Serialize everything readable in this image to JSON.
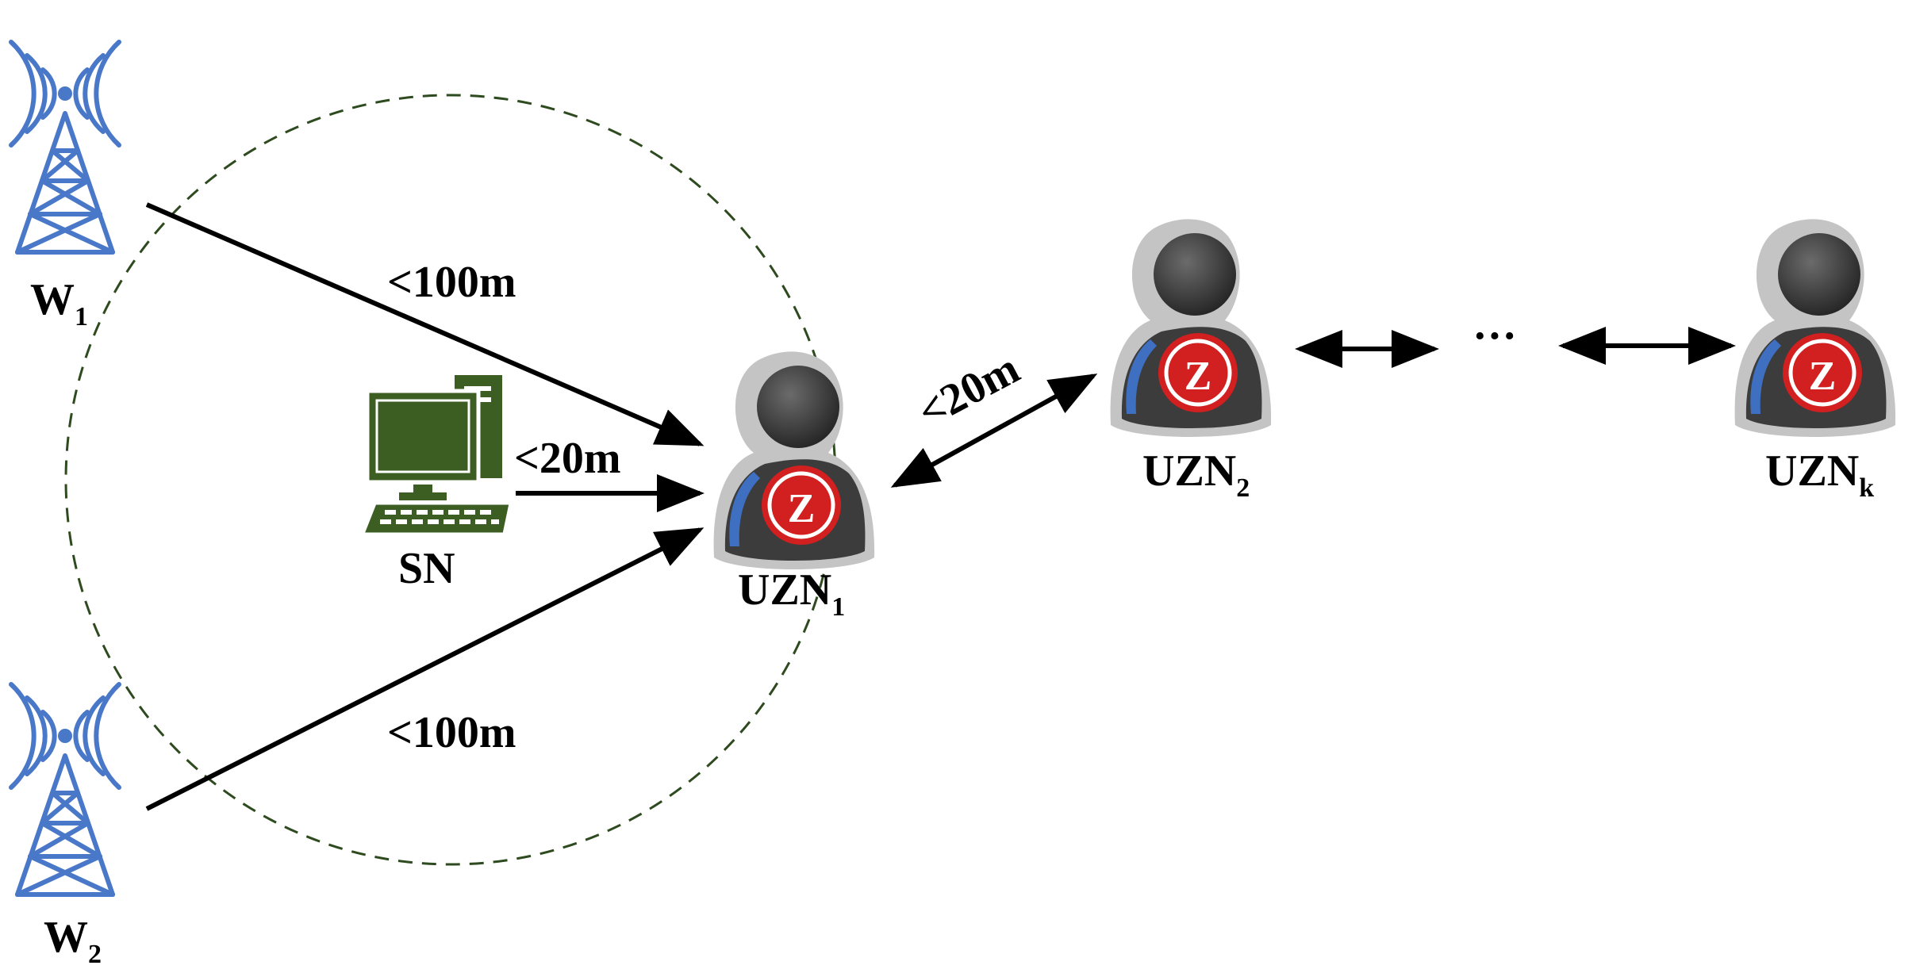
{
  "labels": {
    "w1": {
      "main": "W",
      "sub": "1"
    },
    "w2": {
      "main": "W",
      "sub": "2"
    },
    "sn": "SN",
    "uzn1": {
      "main": "UZN",
      "sub": "1"
    },
    "uzn2": {
      "main": "UZN",
      "sub": "2"
    },
    "uznk": {
      "main": "UZN",
      "sub": "k"
    },
    "dist_w1": "<100m",
    "dist_w2": "<100m",
    "dist_sn": "<20m",
    "dist_uzn12": "<20m",
    "ellipsis": "···",
    "node_badge": "Z"
  },
  "colors": {
    "tower": "#4a78c8",
    "computer": "#3d5e23",
    "range_circle": "#2e4a1f",
    "node_body": "#3c3c3c",
    "node_badge": "#d21f1f",
    "node_halo": "#c4c4c4",
    "node_accent": "#3f6fc0",
    "arrow": "#000000"
  },
  "icons": {
    "tower": "radio-tower-icon",
    "computer": "desktop-computer-icon",
    "node": "user-node-icon"
  }
}
